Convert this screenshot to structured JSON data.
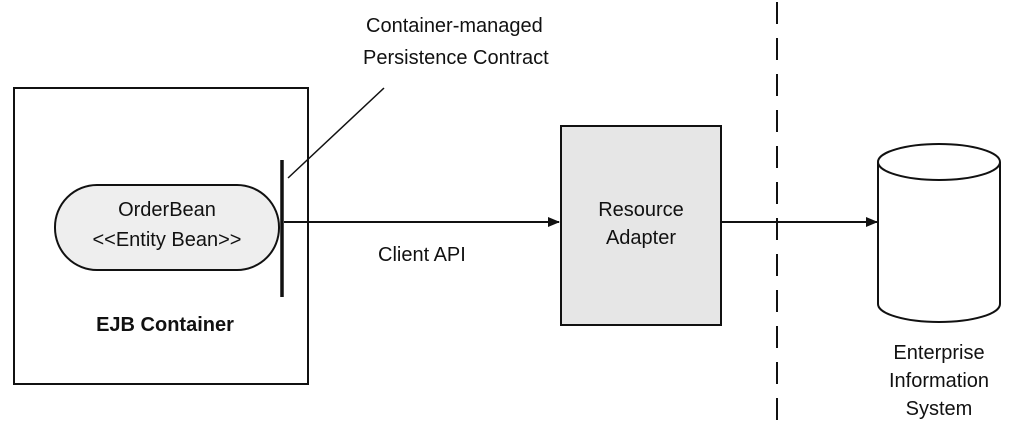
{
  "diagram": {
    "contract_label_line1": "Container-managed",
    "contract_label_line2": "Persistence Contract",
    "bean_name": "OrderBean",
    "bean_stereotype": "<<Entity Bean>>",
    "container_label": "EJB Container",
    "client_api_label": "Client API",
    "adapter_label_line1": "Resource",
    "adapter_label_line2": "Adapter",
    "eis_label_line1": "Enterprise",
    "eis_label_line2": "Information",
    "eis_label_line3": "System"
  }
}
